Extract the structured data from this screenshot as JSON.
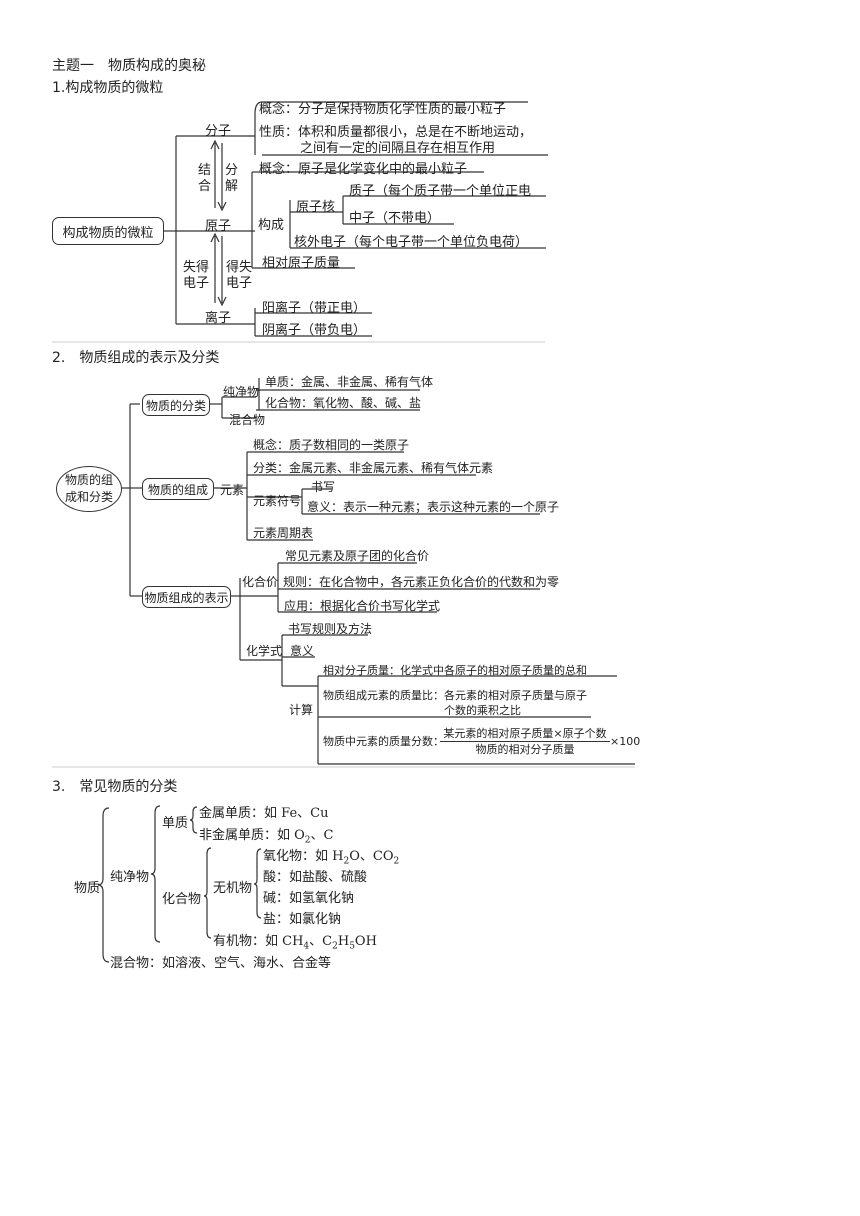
{
  "title": "主题一　物质构成的奥秘",
  "s1": {
    "heading": "1.构成物质的微粒",
    "root": "构成物质的微粒",
    "molecule": "分子",
    "mol_concept": "概念：分子是保持物质化学性质的最小粒子",
    "mol_property_1": "性质：体积和质量都很小，总是在不断地运动，",
    "mol_property_2": "之间有一定的间隔且存在相互作用",
    "combine": "结合",
    "decompose": "分解",
    "atom": "原子",
    "atom_concept": "概念：原子是化学变化中的最小粒子",
    "compose": "构成",
    "nucleus": "原子核",
    "proton": "质子（每个质子带一个单位正电",
    "neutron": "中子（不带电）",
    "electron": "核外电子（每个电子带一个单位负电荷）",
    "relative_mass": "相对原子质量",
    "lose_gain": "失得",
    "electron_l": "电子",
    "gain_lose": "得失",
    "electron_r": "电子",
    "ion": "离子",
    "cation": "阳离子（带正电）",
    "anion": "阴离子（带负电）"
  },
  "s2": {
    "heading": "2.　物质组成的表示及分类",
    "root_1": "物质的组",
    "root_2": "成和分类",
    "classify": "物质的分类",
    "pure": "纯净物",
    "element_sub": "单质：金属、非金属、稀有气体",
    "compound": "化合物：氧化物、酸、碱、盐",
    "mixture": "混合物",
    "composition": "物质的组成",
    "element": "元素",
    "el_concept": "概念：质子数相同的一类原子",
    "el_class": "分类：金属元素、非金属元素、稀有气体元素",
    "el_symbol": "元素符号",
    "write": "书写",
    "meaning": "意义：表示一种元素；表示这种元素的一个原子",
    "periodic": "元素周期表",
    "representation": "物质组成的表示",
    "valence": "化合价",
    "common_valence": "常见元素及原子团的化合价",
    "rule": "规则：在化合物中，各元素正负化合价的代数和为零",
    "application": "应用：根据化合价书写化学式",
    "formula": "化学式",
    "formula_rules": "书写规则及方法",
    "formula_meaning": "意义",
    "calc": "计算",
    "rel_mol_mass": "相对分子质量：化学式中各原子的相对原子质量的总和",
    "mass_ratio_1": "物质组成元素的质量比：各元素的相对原子质量与原子",
    "mass_ratio_2": "个数的乘积之比",
    "mass_frac_label": "物质中元素的质量分数：",
    "frac_num": "某元素的相对原子质量×原子个数",
    "frac_den": "物质的相对分子质量",
    "times100": "×100"
  },
  "s3": {
    "heading": "3.　常见物质的分类",
    "matter": "物质",
    "pure": "纯净物",
    "elemental": "单质",
    "metal_el": "金属单质：如 Fe、Cu",
    "nonmetal_el_a": "非金属单质：如 O",
    "nonmetal_sub": "2",
    "nonmetal_el_b": "、C",
    "compound": "化合物",
    "inorganic": "无机物",
    "oxide_a": "氧化物：如 H",
    "oxide_sub1": "2",
    "oxide_b": "O、CO",
    "oxide_sub2": "2",
    "acid": "酸：如盐酸、硫酸",
    "base": "碱：如氢氧化钠",
    "salt": "盐：如氯化钠",
    "organic_a": "有机物：如 CH",
    "organic_sub1": "4",
    "organic_b": "、C",
    "organic_sub2": "2",
    "organic_c": "H",
    "organic_sub3": "5",
    "organic_d": "OH",
    "mixture": "混合物：如溶液、空气、海水、合金等"
  }
}
